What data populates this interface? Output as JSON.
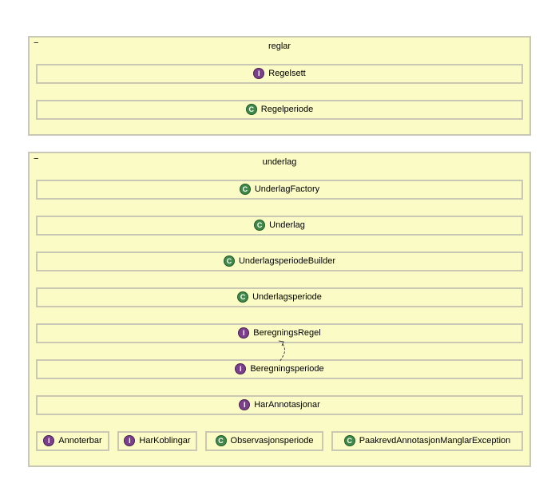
{
  "packages": [
    {
      "id": "reglar",
      "collapse_symbol": "−",
      "title": "reglar",
      "items": [
        {
          "kind": "interface",
          "badge": "I",
          "name": "Regelsett"
        },
        {
          "kind": "class",
          "badge": "C",
          "name": "Regelperiode"
        }
      ]
    },
    {
      "id": "underlag",
      "collapse_symbol": "−",
      "title": "underlag",
      "items": [
        {
          "kind": "class",
          "badge": "C",
          "name": "UnderlagFactory"
        },
        {
          "kind": "class",
          "badge": "C",
          "name": "Underlag"
        },
        {
          "kind": "class",
          "badge": "C",
          "name": "UnderlagsperiodeBuilder"
        },
        {
          "kind": "class",
          "badge": "C",
          "name": "Underlagsperiode"
        },
        {
          "kind": "interface",
          "badge": "I",
          "name": "BeregningsRegel"
        },
        {
          "kind": "interface",
          "badge": "I",
          "name": "Beregningsperiode"
        },
        {
          "kind": "interface",
          "badge": "I",
          "name": "HarAnnotasjonar"
        },
        {
          "kind": "interface",
          "badge": "I",
          "name": "Annoterbar"
        },
        {
          "kind": "interface",
          "badge": "I",
          "name": "HarKoblingar"
        },
        {
          "kind": "class",
          "badge": "C",
          "name": "Observasjonsperiode"
        },
        {
          "kind": "class",
          "badge": "C",
          "name": "PaakrevdAnnotasjonManglarException"
        }
      ]
    }
  ],
  "relations": [
    {
      "from": "Beregningsperiode",
      "to": "BeregningsRegel",
      "style": "dashed"
    }
  ],
  "colors": {
    "package_fill": "#fbfbc6",
    "border": "#c8c8b4",
    "interface_badge": "#7b3f8c",
    "class_badge": "#3f8a48"
  }
}
